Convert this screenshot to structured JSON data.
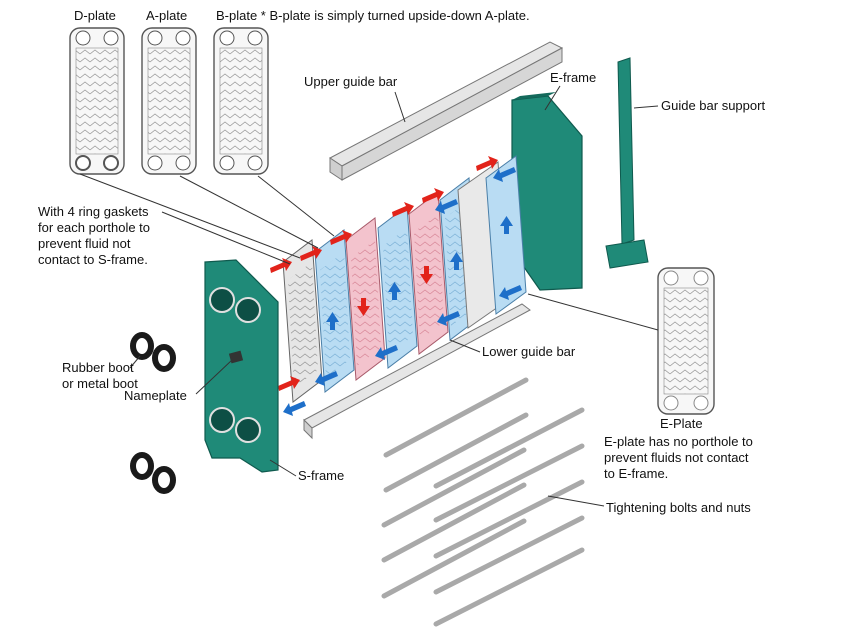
{
  "labels": {
    "d_plate": "D-plate",
    "a_plate": "A-plate",
    "b_plate_note": "B-plate * B-plate is simply turned upside-down A-plate.",
    "upper_guide_bar": "Upper guide bar",
    "e_frame": "E-frame",
    "guide_bar_support": "Guide bar support",
    "ring_gaskets_note": "With 4 ring gaskets\nfor each porthole to\nprevent fluid not\ncontact to S-frame.",
    "rubber_boot": "Rubber boot\nor metal boot",
    "nameplate": "Nameplate",
    "lower_guide_bar": "Lower guide bar",
    "e_plate": "E-Plate",
    "e_plate_note": "E-plate has no porthole to\nprevent fluids not contact\nto E-frame.",
    "s_frame": "S-frame",
    "tightening_bolts": "Tightening bolts and nuts"
  },
  "colors": {
    "frame_green": "#1f8a78",
    "frame_dark": "#146a5c",
    "plate_blue": "#b9dcf3",
    "plate_pink": "#f3c3cd",
    "plate_grey": "#e6e6e6",
    "arrow_red": "#e2231a",
    "arrow_blue": "#1e6fc9",
    "bar_grey": "#d9d9d9"
  }
}
